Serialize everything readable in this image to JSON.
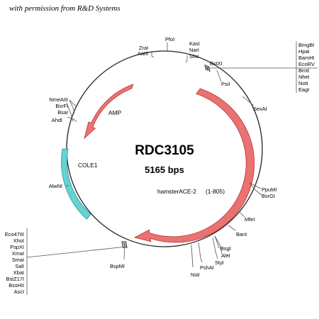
{
  "credit": "with permission from R&D Systems",
  "plasmid": {
    "name": "RDC3105",
    "size": "5165 bps"
  },
  "features": {
    "amp": "AMP",
    "cole1": "COLE1",
    "insert": "hamsterACE-2",
    "insert_range": "(1-805)"
  },
  "colors": {
    "backbone": "#222222",
    "cds_fill": "#e97373",
    "cds_stroke": "#c03030",
    "ori_fill": "#66d2d2",
    "ori_stroke": "#2a9a9a"
  },
  "sites": {
    "zrai": "ZraI",
    "aatii": "AatII",
    "pfoi": "PfoI",
    "kasi": "KasI",
    "nari": "NarI",
    "sfoi": "SfoI",
    "bstxi": "BstXI",
    "mcs_top": [
      "BmgBI",
      "HpaI",
      "BamHI",
      "EcoRV",
      "BmtI",
      "NheI",
      "NotI",
      "EagI"
    ],
    "psii": "PsiI",
    "sexai": "SexAI",
    "ppumi": "PpuMI",
    "bsrgi": "BsrGI",
    "mfei": "MfeI",
    "bani": "BanI",
    "bsgi": "BsgI",
    "alei": "AleI",
    "styi": "StyI",
    "pshai": "PshAI",
    "nsii": "NsiI",
    "bspmi": "BspMI",
    "mcs_bottom": [
      "Eco47III",
      "XhoI",
      "PspXI",
      "XmaI",
      "SmaI",
      "SalI",
      "XbaI",
      "BstZ17I",
      "BssHII",
      "AscI"
    ],
    "alwni": "AlwNI",
    "ahdi": "AhdI",
    "bsai": "BsaI",
    "bsrfi": "BsrFI",
    "nmeaiii": "NmeAIII"
  }
}
